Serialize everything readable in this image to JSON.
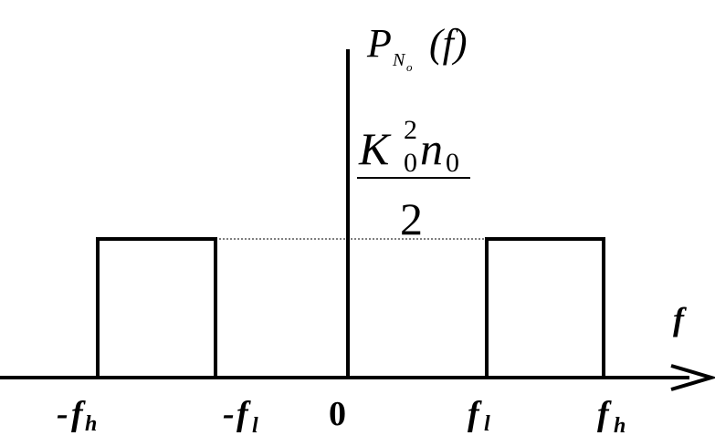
{
  "psd_label": {
    "main": "P",
    "sub": "N",
    "subsub": "o",
    "arg": "(f)"
  },
  "amplitude": {
    "numerator_K": "K",
    "numerator_K_sup": "2",
    "numerator_K_sub": "0",
    "numerator_n": "n",
    "numerator_n_sub": "0",
    "denominator": "2"
  },
  "axis_label": "f",
  "ticks": {
    "neg_fh": {
      "prefix": "-",
      "main": "f",
      "sub": "h"
    },
    "neg_fl": {
      "prefix": "-",
      "main": "f",
      "sub": "l"
    },
    "zero": "0",
    "pos_fl": {
      "main": "f",
      "sub": "l"
    },
    "pos_fh": {
      "main": "f",
      "sub": "h"
    }
  }
}
